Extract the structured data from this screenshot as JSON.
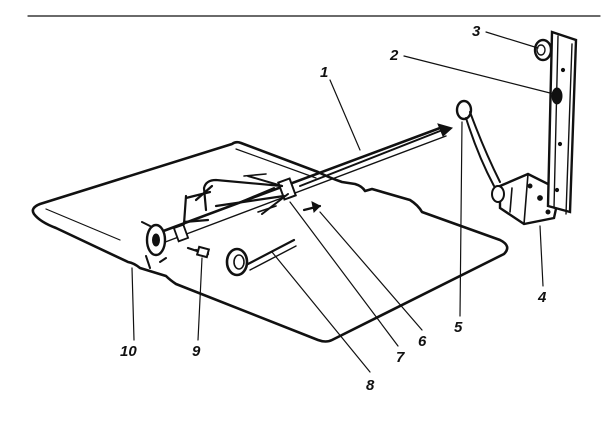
{
  "diagram": {
    "line_color": "#111111",
    "background": "#ffffff",
    "callouts": [
      {
        "id": "c1",
        "label": "1"
      },
      {
        "id": "c2",
        "label": "2"
      },
      {
        "id": "c3",
        "label": "3"
      },
      {
        "id": "c4",
        "label": "4"
      },
      {
        "id": "c5",
        "label": "5"
      },
      {
        "id": "c6",
        "label": "6"
      },
      {
        "id": "c7",
        "label": "7"
      },
      {
        "id": "c8",
        "label": "8"
      },
      {
        "id": "c9",
        "label": "9"
      },
      {
        "id": "c10",
        "label": "10"
      }
    ]
  }
}
